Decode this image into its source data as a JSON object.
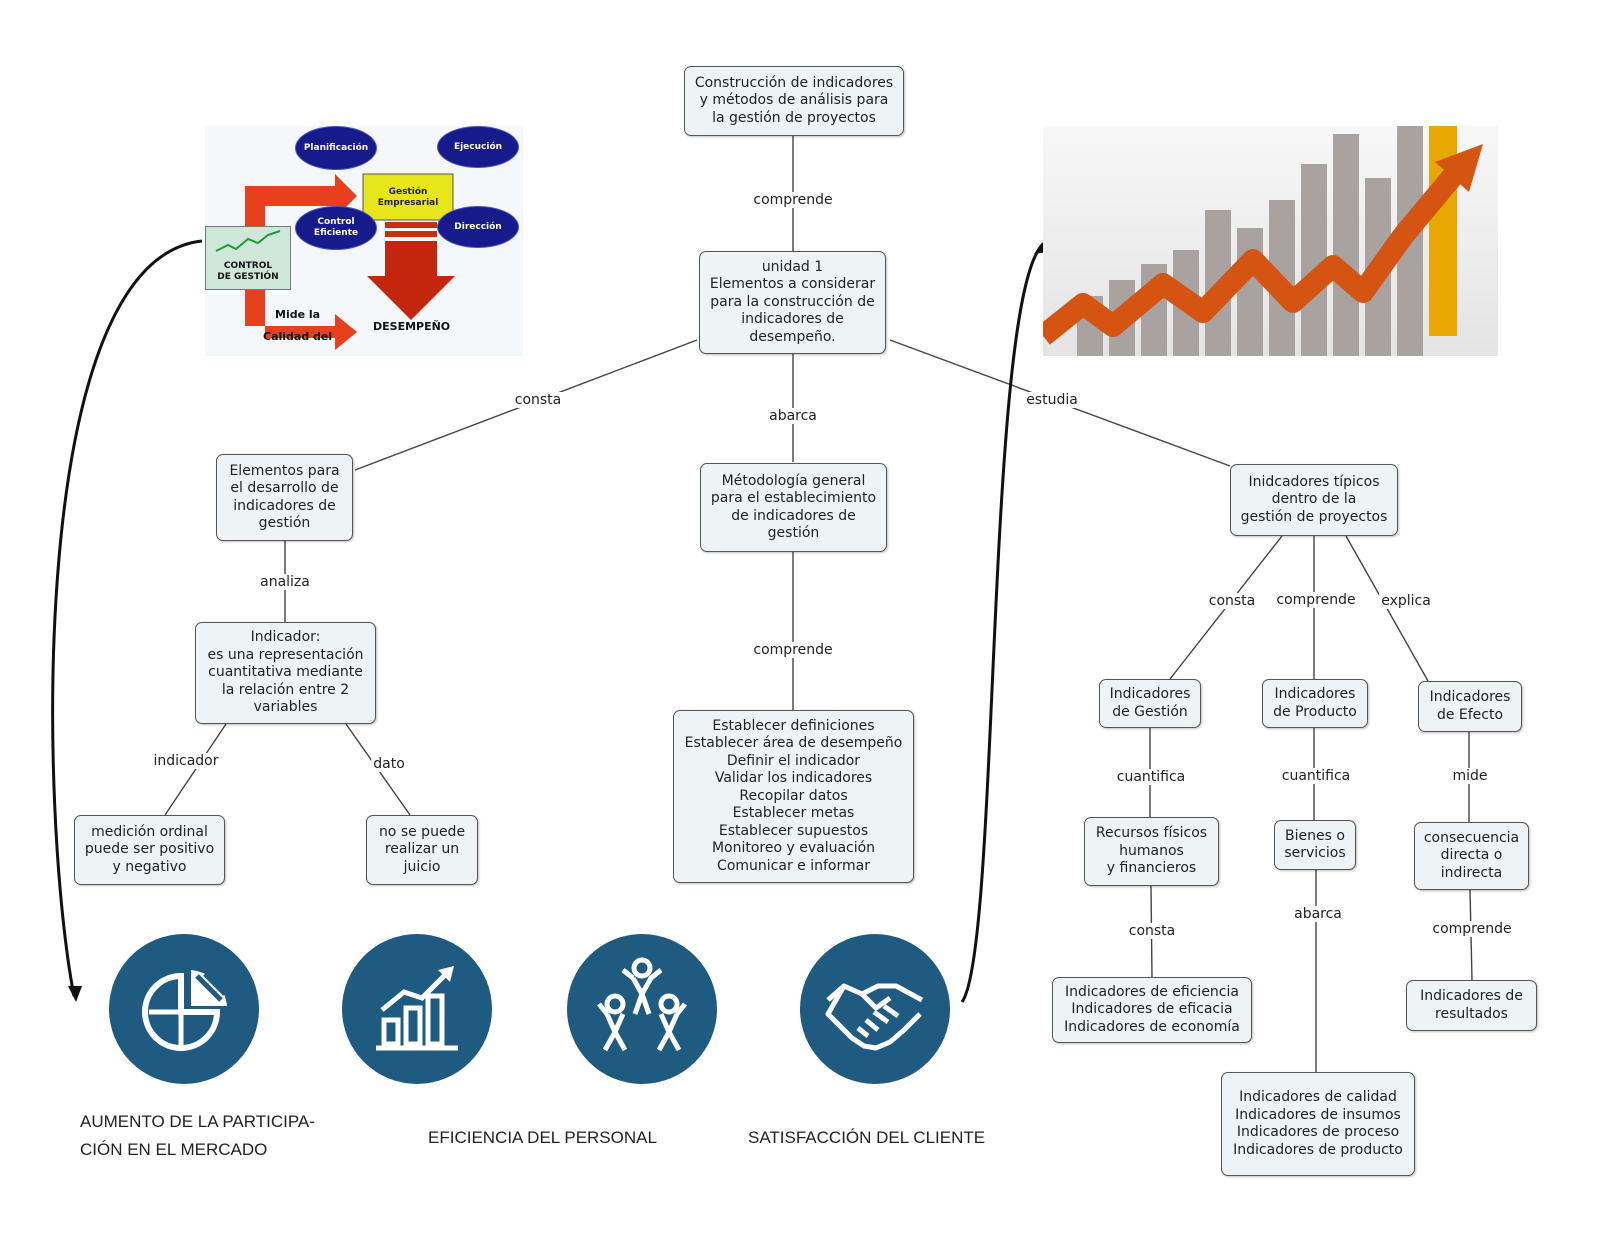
{
  "nodes": {
    "main": "Construcción de indicadores\ny métodos de análisis para\nla gestión de proyectos",
    "unidad": "unidad 1\nElementos a considerar\npara la construcción de\nindicadores de\ndesempeño.",
    "elementos": "Elementos para\nel desarrollo de\nindicadores de\ngestión",
    "metodologia": "Métodología general\npara el establecimiento\nde indicadores de\ngestión",
    "tipicos": "Inidcadores típicos\ndentro de la\ngestión de proyectos",
    "indicador": "Indicador:\nes una representación\ncuantitativa mediante\nla relación entre 2\nvariables",
    "medicion": "medición ordinal\npuede ser positivo\ny negativo",
    "juicio": "no se puede\nrealizar un\njuicio",
    "pasos": "Establecer definiciones\nEstablecer área de desempeño\nDefinir el indicador\nValidar los indicadores\nRecopilar datos\nEstablecer metas\nEstablecer supuestos\nMonitoreo y evaluación\nComunicar e informar",
    "ind_gestion": "Indicadores\nde Gestión",
    "ind_producto": "Indicadores\nde Producto",
    "ind_efecto": "Indicadores\nde Efecto",
    "recursos": "Recursos físicos\nhumanos\ny financieros",
    "bienes": "Bienes o\nservicios",
    "consecuencia": "consecuencia\ndirecta o\nindirecta",
    "eficiencia": "Indicadores de eficiencia\nIndicadores de eficacia\nIndicadores de economía",
    "calidad": "Indicadores de calidad\nIndicadores de insumos\nIndicadores de proceso\nIndicadores de producto",
    "resultados": "Indicadores de\nresultados"
  },
  "links": {
    "comprende1": "comprende",
    "consta1": "consta",
    "abarca1": "abarca",
    "estudia": "estudia",
    "analiza": "analiza",
    "comprende2": "comprende",
    "indicador": "indicador",
    "dato": "dato",
    "consta2": "consta",
    "comprende3": "comprende",
    "explica": "explica",
    "cuantifica1": "cuantifica",
    "cuantifica2": "cuantifica",
    "mide": "mide",
    "consta3": "consta",
    "abarca2": "abarca",
    "comprende4": "comprende"
  },
  "control_image": {
    "planificacion": "Planificación",
    "ejecucion": "Ejecución",
    "gestion": "Gestión\nEmpresarial",
    "control_eficiente": "Control\nEficiente",
    "direccion": "Dirección",
    "control_gestion": "CONTROL\nDE GESTIÓN",
    "mide": "Mide la",
    "calidad": "Calidad del",
    "desempeno": "DESEMPEÑO"
  },
  "captions": {
    "mercado": "AUMENTO DE LA PARTICIPA-\nCIÓN EN EL MERCADO",
    "personal": "EFICIENCIA  DEL PERSONAL",
    "cliente": "SATISFACCIÓN DEL CLIENTE"
  },
  "colors": {
    "icon_blue": "#1f5a80",
    "node_fill": "#eef3f6",
    "arrow_red": "#e8401c",
    "trend_orange": "#e0661c"
  },
  "icons": [
    "pie-chart-icon",
    "growth-chart-icon",
    "teamwork-icon",
    "handshake-icon"
  ]
}
